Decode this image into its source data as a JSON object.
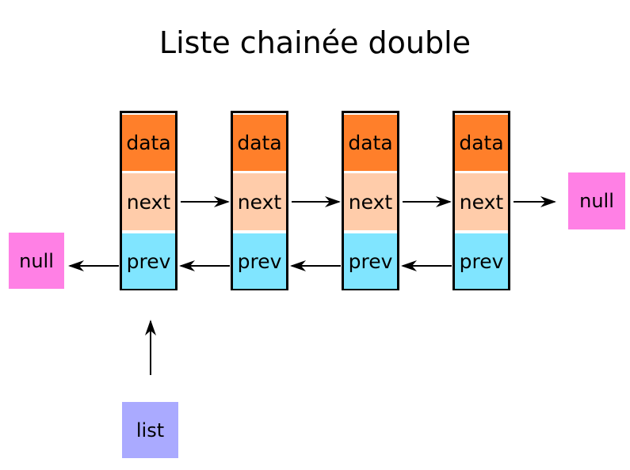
{
  "title": "Liste chainée double",
  "nodes": [
    {
      "data": "data",
      "next": "next",
      "prev": "prev"
    },
    {
      "data": "data",
      "next": "next",
      "prev": "prev"
    },
    {
      "data": "data",
      "next": "next",
      "prev": "prev"
    },
    {
      "data": "data",
      "next": "next",
      "prev": "prev"
    }
  ],
  "null_right": "null",
  "null_left": "null",
  "list_label": "list",
  "colors": {
    "data": "#ff7f2a",
    "next": "#ffccaa",
    "prev": "#80e5ff",
    "null": "#ff80e5",
    "list": "#aaaaff",
    "border": "#000000"
  }
}
